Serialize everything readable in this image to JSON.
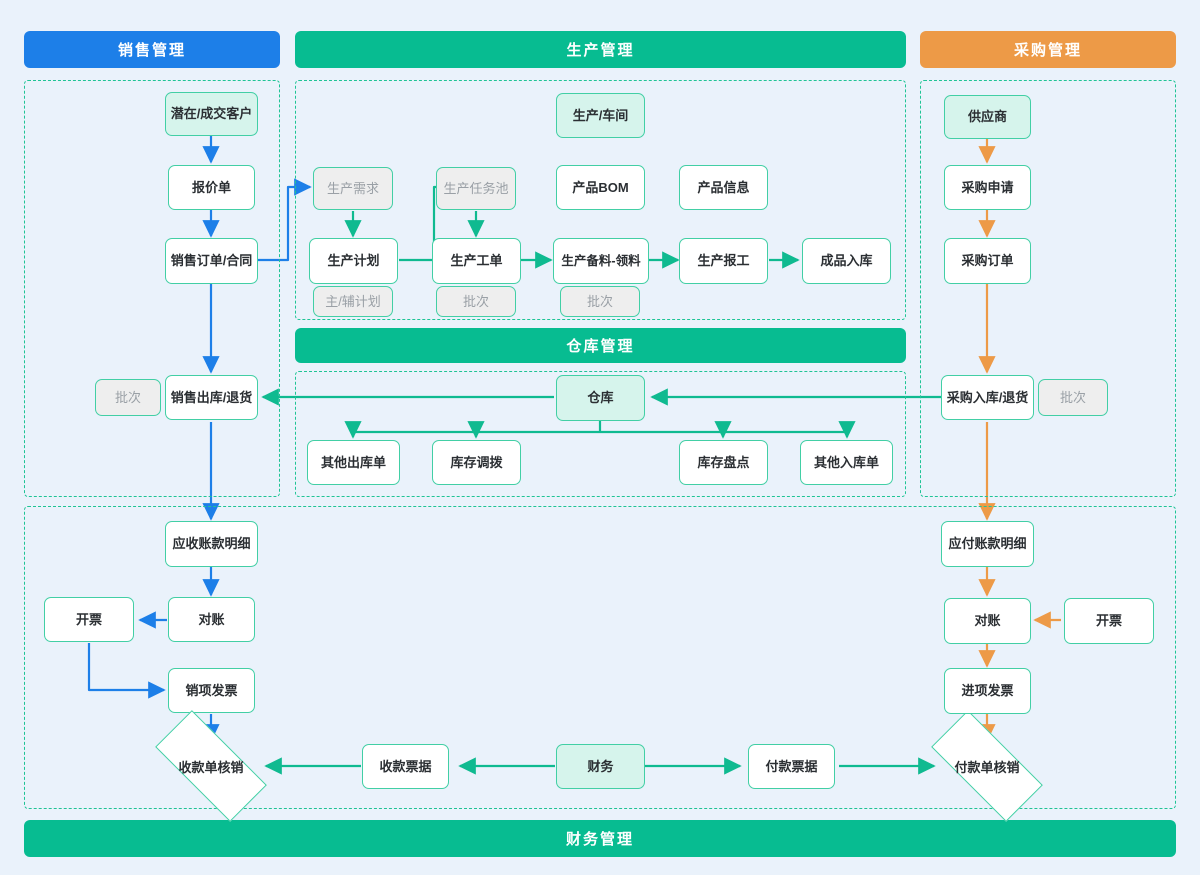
{
  "headers": [
    {
      "id": "sales",
      "label": "销售管理",
      "color": "#1d7fe8"
    },
    {
      "id": "production",
      "label": "生产管理",
      "color": "#07bc91"
    },
    {
      "id": "purchase",
      "label": "采购管理",
      "color": "#ed9a47"
    },
    {
      "id": "warehouse",
      "label": "仓库管理",
      "color": "#07bc91"
    },
    {
      "id": "finance",
      "label": "财务管理",
      "color": "#07bc91"
    }
  ],
  "palette": {
    "background": "#eaf2fb",
    "sales_blue": "#1d7fe8",
    "green": "#07bc91",
    "orange": "#ed9a47",
    "node_border": "#42cfa5",
    "mint_fill": "#d6f4ec",
    "tag_fill": "#eeeeee",
    "tag_text": "#9aa0a6",
    "dash_border": "#1fc495"
  },
  "sales": {
    "nodes": [
      {
        "id": "customer",
        "label": "潜在/成交客户",
        "style": "mint"
      },
      {
        "id": "quotation",
        "label": "报价单",
        "style": "plain"
      },
      {
        "id": "sales-order",
        "label": "销售订单/合同",
        "style": "plain"
      },
      {
        "id": "sales-outbound",
        "label": "销售出库/退货",
        "style": "plain"
      },
      {
        "id": "sales-batch",
        "label": "批次",
        "style": "tag"
      }
    ]
  },
  "production": {
    "nodes": [
      {
        "id": "workshop",
        "label": "生产/车间",
        "style": "mint"
      },
      {
        "id": "prod-demand",
        "label": "生产需求",
        "style": "tag"
      },
      {
        "id": "prod-task-pool",
        "label": "生产任务池",
        "style": "tag"
      },
      {
        "id": "product-bom",
        "label": "产品BOM",
        "style": "plain"
      },
      {
        "id": "product-info",
        "label": "产品信息",
        "style": "plain"
      },
      {
        "id": "prod-plan",
        "label": "生产计划",
        "style": "plain"
      },
      {
        "id": "prod-workorder",
        "label": "生产工单",
        "style": "plain"
      },
      {
        "id": "prod-picking",
        "label": "生产备料-领料",
        "style": "plain"
      },
      {
        "id": "prod-report",
        "label": "生产报工",
        "style": "plain"
      },
      {
        "id": "finished-inbound",
        "label": "成品入库",
        "style": "plain"
      },
      {
        "id": "plan-tag",
        "label": "主/辅计划",
        "style": "tag"
      },
      {
        "id": "workorder-batch",
        "label": "批次",
        "style": "tag"
      },
      {
        "id": "picking-batch",
        "label": "批次",
        "style": "tag"
      }
    ]
  },
  "purchase": {
    "nodes": [
      {
        "id": "supplier",
        "label": "供应商",
        "style": "mint"
      },
      {
        "id": "purchase-request",
        "label": "采购申请",
        "style": "plain"
      },
      {
        "id": "purchase-order",
        "label": "采购订单",
        "style": "plain"
      },
      {
        "id": "purchase-inbound",
        "label": "采购入库/退货",
        "style": "plain"
      },
      {
        "id": "purchase-batch",
        "label": "批次",
        "style": "tag"
      }
    ]
  },
  "warehouse": {
    "nodes": [
      {
        "id": "warehouse-hub",
        "label": "仓库",
        "style": "mint"
      },
      {
        "id": "other-outbound",
        "label": "其他出库单",
        "style": "plain"
      },
      {
        "id": "stock-transfer",
        "label": "库存调拨",
        "style": "plain"
      },
      {
        "id": "stock-count",
        "label": "库存盘点",
        "style": "plain"
      },
      {
        "id": "other-inbound",
        "label": "其他入库单",
        "style": "plain"
      }
    ]
  },
  "finance": {
    "nodes": [
      {
        "id": "receivable-detail",
        "label": "应收账款明细",
        "style": "plain"
      },
      {
        "id": "recon-left",
        "label": "对账",
        "style": "plain"
      },
      {
        "id": "invoice-left",
        "label": "开票",
        "style": "plain"
      },
      {
        "id": "output-invoice",
        "label": "销项发票",
        "style": "plain"
      },
      {
        "id": "receipt-writeoff",
        "label": "收款单核销",
        "style": "diamond"
      },
      {
        "id": "receipt-voucher",
        "label": "收款票据",
        "style": "plain"
      },
      {
        "id": "finance-hub",
        "label": "财务",
        "style": "mint"
      },
      {
        "id": "payment-voucher",
        "label": "付款票据",
        "style": "plain"
      },
      {
        "id": "payment-writeoff",
        "label": "付款单核销",
        "style": "diamond"
      },
      {
        "id": "payable-detail",
        "label": "应付账款明细",
        "style": "plain"
      },
      {
        "id": "recon-right",
        "label": "对账",
        "style": "plain"
      },
      {
        "id": "invoice-right",
        "label": "开票",
        "style": "plain"
      },
      {
        "id": "input-invoice",
        "label": "进项发票",
        "style": "plain"
      }
    ]
  }
}
